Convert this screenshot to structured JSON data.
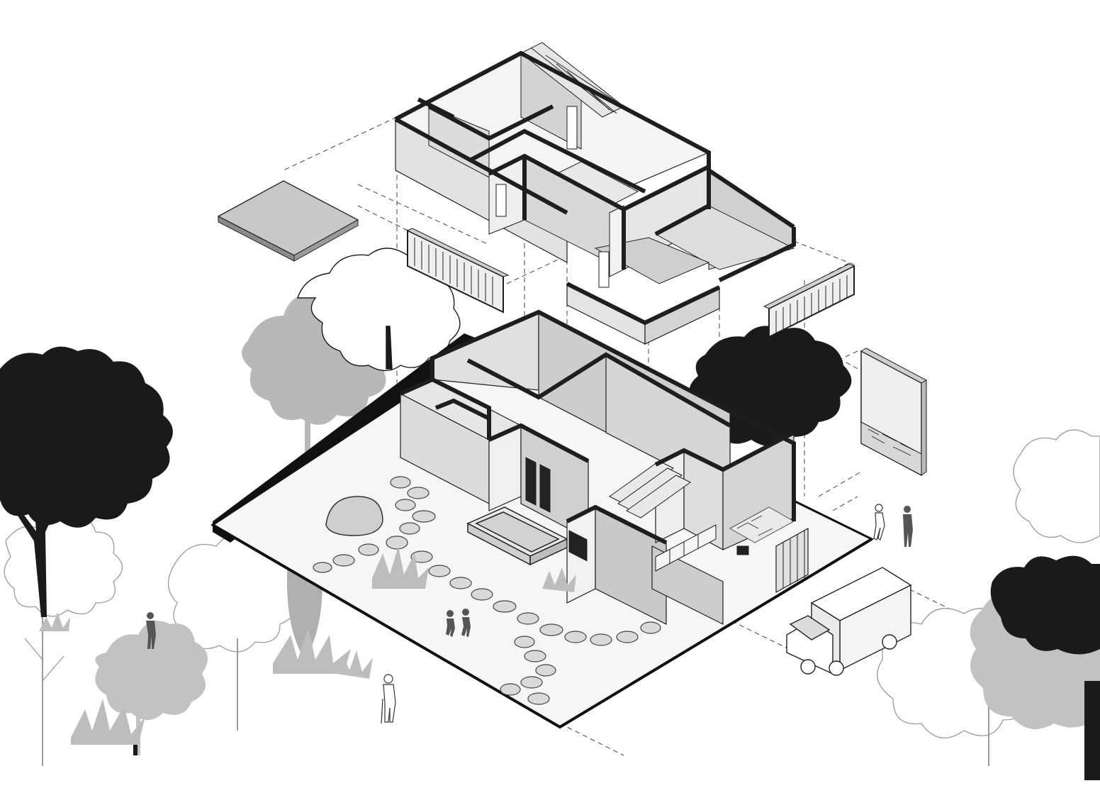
{
  "diagram": {
    "type": "exploded-axonometric",
    "components": [
      "upper-floor",
      "roof-slab",
      "left-screen-panel",
      "right-screen-panel",
      "side-wall-panel",
      "ground-floor",
      "site-plot",
      "stone-path",
      "boulder",
      "planter-bench",
      "delivery-truck",
      "trees",
      "people"
    ]
  },
  "colors": {
    "background": "#ffffff",
    "wall_fill": "#efefef",
    "wall_shade": "#d8d8d8",
    "floor_fill": "#e6e6e6",
    "deep_shade": "#c6c6c6",
    "line": "#222222",
    "thick_line": "#1e1e1e",
    "tree_dark": "#1a1a1a",
    "tree_gray": "#b8b8b8",
    "tree_outline": "#9a9a9a",
    "person": "#555555",
    "guide_line": "#444444"
  }
}
